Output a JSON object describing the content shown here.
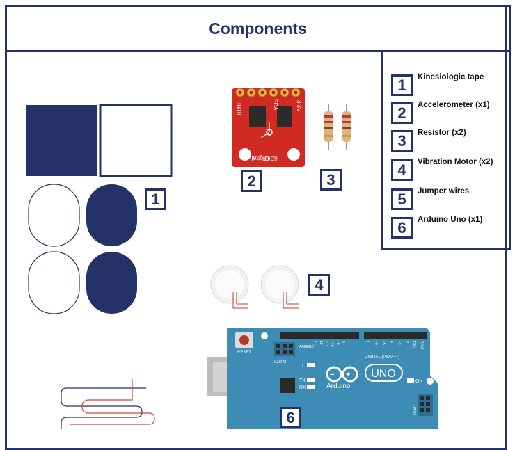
{
  "title": "Components",
  "legend": [
    {
      "number": "1",
      "label": "Kinesiologic tape"
    },
    {
      "number": "2",
      "label": "Accelerometer (x1)"
    },
    {
      "number": "3",
      "label": "Resistor (x2)"
    },
    {
      "number": "4",
      "label": "Vibration Motor (x2)"
    },
    {
      "number": "5",
      "label": "Jumper wires"
    },
    {
      "number": "6",
      "label": "Arduino Uno (x1)"
    }
  ],
  "callouts": {
    "tape": "1",
    "accelerometer": "2",
    "resistor": "3",
    "motor": "4",
    "arduino": "6"
  },
  "board": {
    "reset_label": "RESET",
    "icsp2_label": "ICSP2",
    "digital_label": "DIGITAL (PWM=~)",
    "l_label": "L",
    "tx_label": "TX",
    "rx_label": "RX",
    "brand_label": "Arduino",
    "model_label": "UNO",
    "on_label": "ON",
    "icsp_label": "ICSP",
    "aref_label": "AREF",
    "gnd_label": "GND",
    "pins": [
      "13",
      "12",
      "~11",
      "~10",
      "~9",
      "8",
      "7",
      "~6",
      "~5",
      "4",
      "~3",
      "2",
      "TX▸1",
      "RX◂0"
    ]
  },
  "sensor": {
    "silk_label": "Digital",
    "dof_label": "6DOF",
    "int_label": "INT0",
    "sda_label": "SDA",
    "v_label": "3.3V"
  },
  "colors": {
    "navy": "#243268",
    "board_teal": "#3d8cb5",
    "sensor_red": "#d12a22"
  }
}
